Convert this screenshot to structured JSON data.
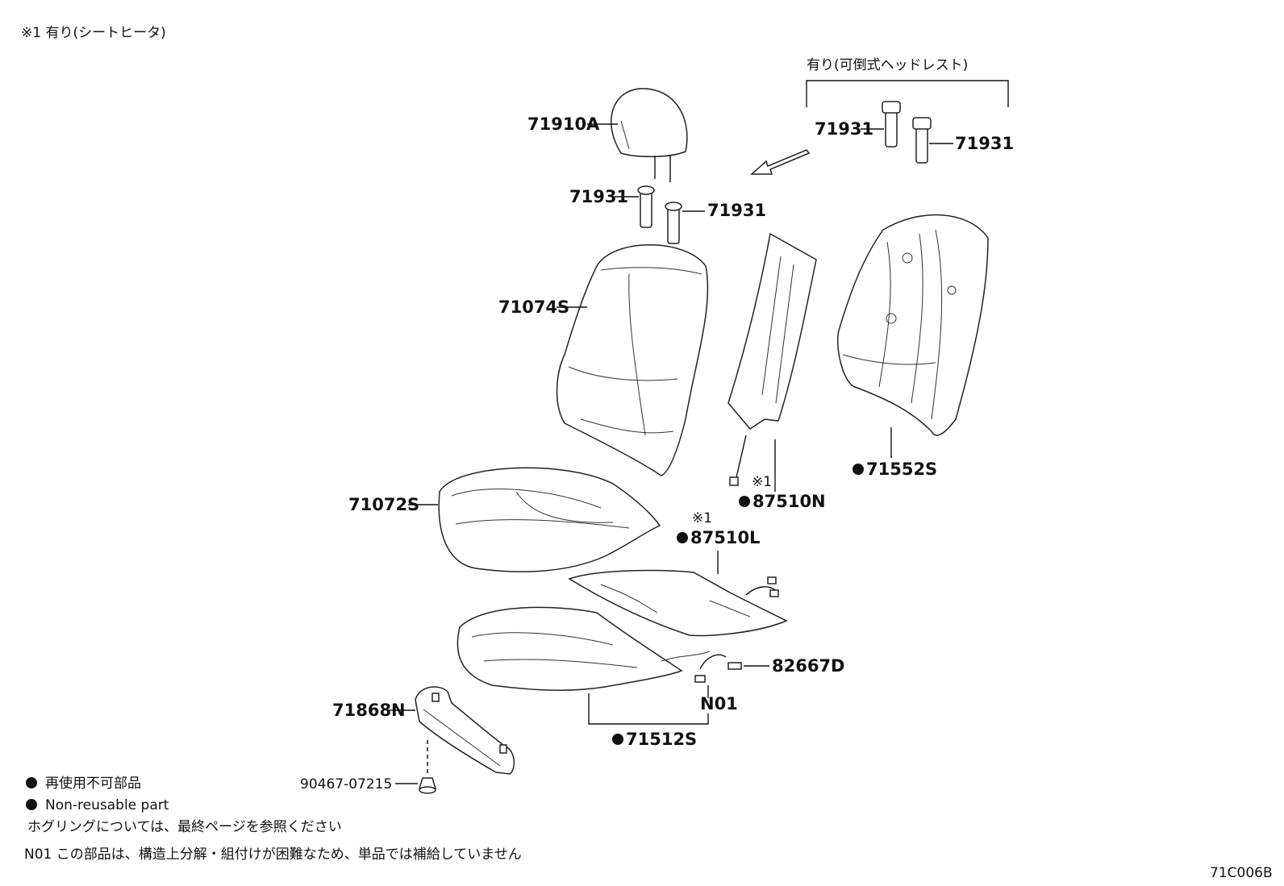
{
  "header_note": "※1 有り(シートヒータ)",
  "fold_note": "有り(可倒式ヘッドレスト)",
  "parts": {
    "p71910A": "71910A",
    "p71931_a": "71931",
    "p71931_b": "71931",
    "p71931_c": "71931",
    "p71931_d": "71931",
    "p71074S": "71074S",
    "p87510N": "87510N",
    "p87510N_mark": "※1",
    "p71552S": "71552S",
    "p71072S": "71072S",
    "p87510L": "87510L",
    "p87510L_mark": "※1",
    "p82667D": "82667D",
    "pN01": "N01",
    "p71512S": "71512S",
    "p71868N": "71868N",
    "p90467": "90467-07215"
  },
  "legend": {
    "line1": "再使用不可部品",
    "line2": "Non-reusable part",
    "line3": "ホグリングについては、最終ページを参照ください",
    "line4": "N01  この部品は、構造上分解・組付けが困難なため、単品では補給していません"
  },
  "figure_code": "71C006B"
}
